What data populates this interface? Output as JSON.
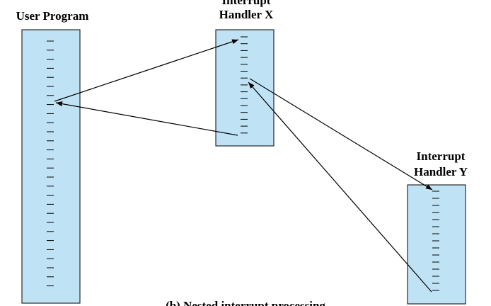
{
  "colors": {
    "box_fill": "#bfe3f5",
    "box_stroke": "#000000",
    "arrow": "#000000"
  },
  "blocks": {
    "user_program": {
      "title": "User Program",
      "tick_count": 28
    },
    "handler_x": {
      "title_line1": "Interrupt",
      "title_line2": "Handler X",
      "tick_count": 15
    },
    "handler_y": {
      "title_line1": "Interrupt",
      "title_line2": "Handler Y",
      "tick_count": 15
    }
  },
  "caption": "(b) Nested interrupt processing"
}
